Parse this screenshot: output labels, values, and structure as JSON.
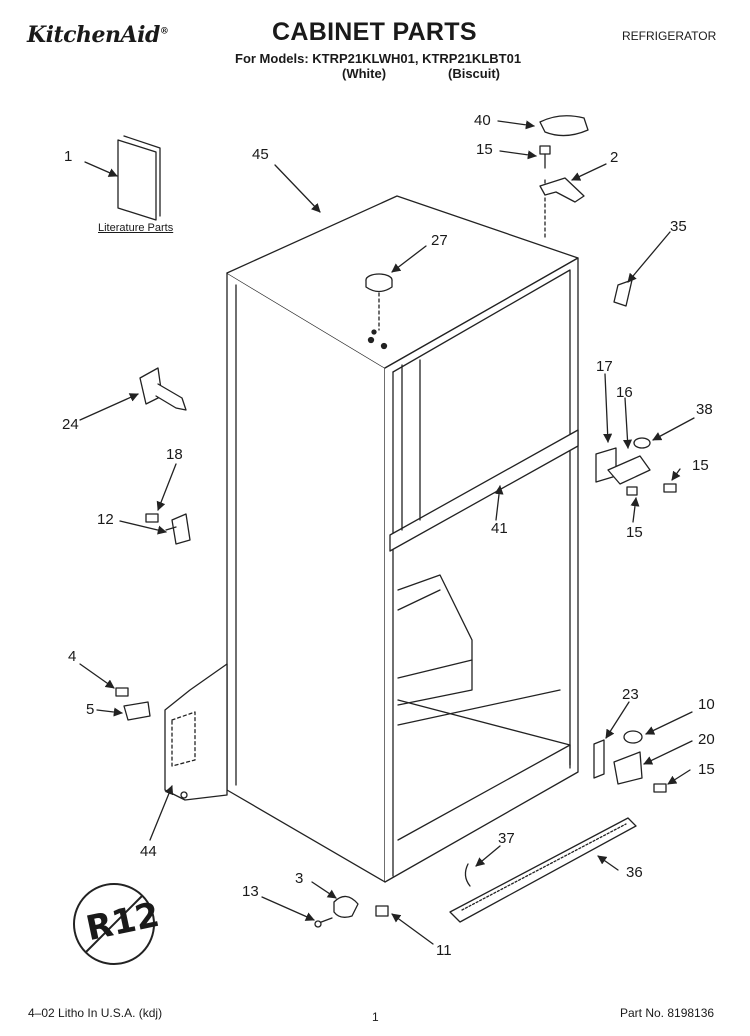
{
  "header": {
    "brand": "KitchenAid",
    "brand_mark": "®",
    "title": "CABINET PARTS",
    "category": "REFRIGERATOR",
    "models_line": "For Models: KTRP21KLWH01, KTRP21KLBT01",
    "variant_white": "(White)",
    "variant_biscuit": "(Biscuit)"
  },
  "literature_label": "Literature Parts",
  "callouts": [
    {
      "id": "c1",
      "label": "1"
    },
    {
      "id": "c45",
      "label": "45"
    },
    {
      "id": "c40",
      "label": "40"
    },
    {
      "id": "c15a",
      "label": "15"
    },
    {
      "id": "c2",
      "label": "2"
    },
    {
      "id": "c27",
      "label": "27"
    },
    {
      "id": "c35",
      "label": "35"
    },
    {
      "id": "c24",
      "label": "24"
    },
    {
      "id": "c17",
      "label": "17"
    },
    {
      "id": "c16",
      "label": "16"
    },
    {
      "id": "c38",
      "label": "38"
    },
    {
      "id": "c18",
      "label": "18"
    },
    {
      "id": "c15b",
      "label": "15"
    },
    {
      "id": "c12",
      "label": "12"
    },
    {
      "id": "c41",
      "label": "41"
    },
    {
      "id": "c15c",
      "label": "15"
    },
    {
      "id": "c4",
      "label": "4"
    },
    {
      "id": "c23",
      "label": "23"
    },
    {
      "id": "c10",
      "label": "10"
    },
    {
      "id": "c5",
      "label": "5"
    },
    {
      "id": "c20",
      "label": "20"
    },
    {
      "id": "c15d",
      "label": "15"
    },
    {
      "id": "c44",
      "label": "44"
    },
    {
      "id": "c37",
      "label": "37"
    },
    {
      "id": "c36",
      "label": "36"
    },
    {
      "id": "c3",
      "label": "3"
    },
    {
      "id": "c13",
      "label": "13"
    },
    {
      "id": "c11",
      "label": "11"
    }
  ],
  "refrigerant_mark": "R12",
  "footer": {
    "litho": "4–02 Litho In U.S.A. (kdj)",
    "page": "1",
    "part_no": "Part No. 8198136"
  }
}
